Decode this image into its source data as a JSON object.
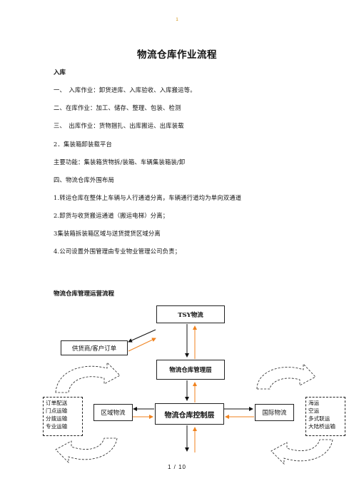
{
  "header_mark": "1",
  "title": "物流仓库作业流程",
  "section1": "入库",
  "lines": [
    "一、　入库作业：卸货进库、入库验收、入库搬运等。",
    "二、在库作业：加工、储存、整理、包装、检测",
    "三、　出库作业：货物捆扎、出库搬运、出库装载",
    "2．集装箱卸装载平台",
    "主要功能：集装箱货物拆/装箱、车辆集装箱装/卸",
    "四、物流仓库外围布局",
    "1.转运仓库在整体上车辆与人行通道分离，车辆通行道均为单向双通道",
    "2.卸货与收货搬运通道（搬运电梯）分离；",
    "3集装箱拆装箱区域与送货提货区域分离",
    "4.公司设置外围管理由专业物业管理公司负责；"
  ],
  "section2": "物流仓库管理运营流程",
  "diagram": {
    "tsy": "TSY物流",
    "supplier": "供货商/客户订单",
    "mgmt": "物流仓库管理层",
    "control": "物流仓库控制层",
    "regional": "区域物流",
    "international": "国际物流",
    "left_list": [
      "订单配送",
      "门点运输",
      "分拨运输",
      "专业运输"
    ],
    "right_list": [
      "海运",
      "空运",
      "多式联运",
      "大陆桥运输"
    ],
    "colors": {
      "orange": "#f0821e",
      "black": "#111111"
    }
  },
  "footer": "1 / 10"
}
